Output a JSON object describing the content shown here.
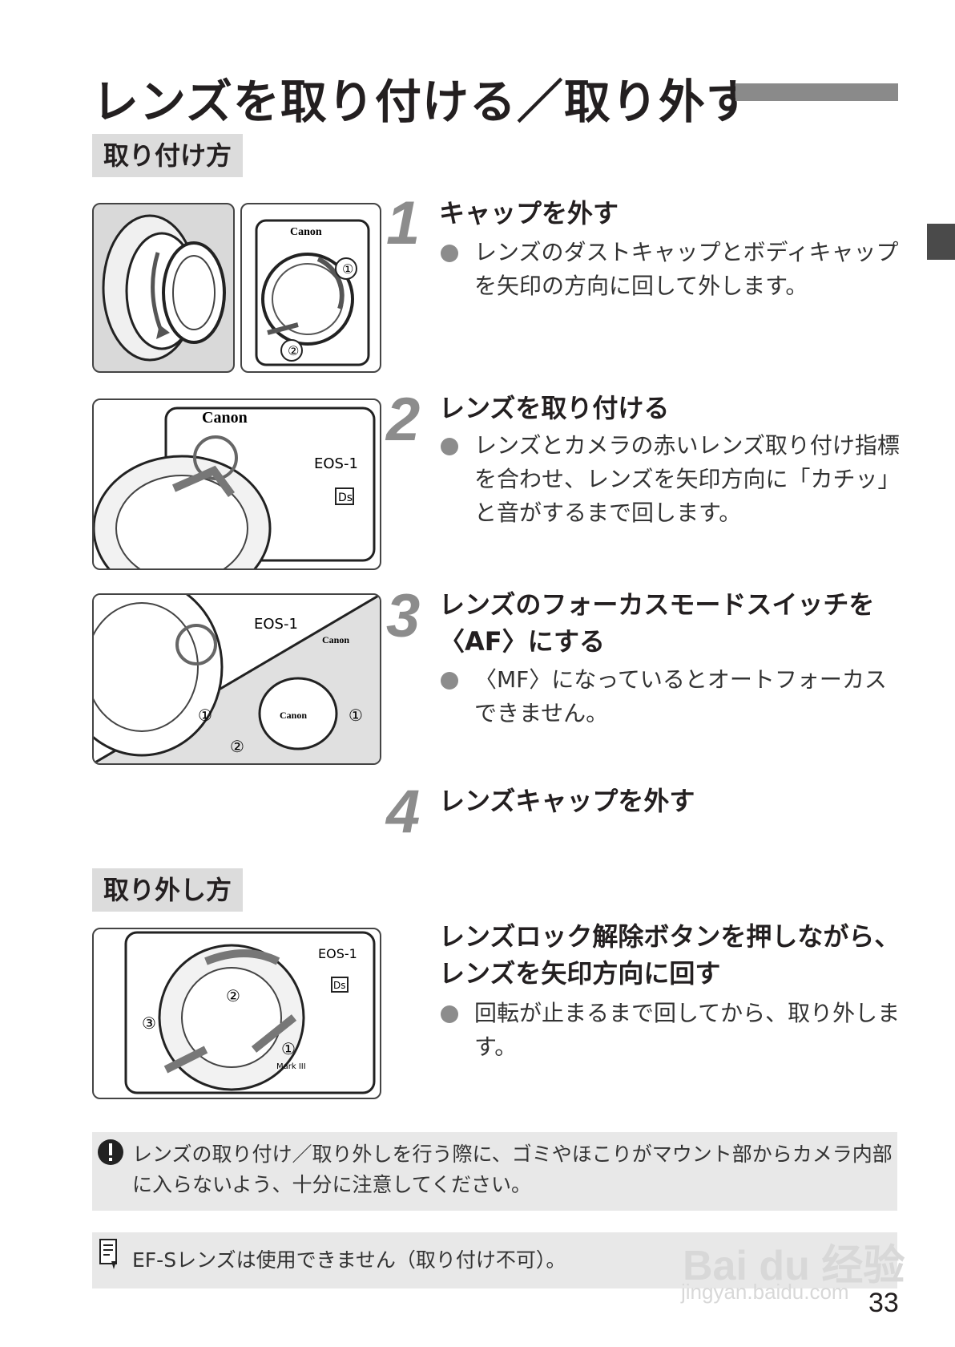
{
  "title": "レンズを取り付ける／取り外す",
  "sections": {
    "attach": "取り付け方",
    "detach": "取り外し方"
  },
  "steps": [
    {
      "num": "1",
      "head": "キャップを外す",
      "bullet": "レンズのダストキャップとボディキャップを矢印の方向に回して外します。"
    },
    {
      "num": "2",
      "head": "レンズを取り付ける",
      "bullet": "レンズとカメラの赤いレンズ取り付け指標を合わせ、レンズを矢印方向に「カチッ」と音がするまで回します。"
    },
    {
      "num": "3",
      "head": "レンズのフォーカスモードスイッチを〈AF〉にする",
      "bullet": "〈MF〉になっているとオートフォーカスできません。"
    },
    {
      "num": "4",
      "head": "レンズキャップを外す"
    }
  ],
  "detach_step": {
    "head": "レンズロック解除ボタンを押しながら、レンズを矢印方向に回す",
    "bullet": "回転が止まるまで回してから、取り外します。"
  },
  "illustration_labels": {
    "brand": "Canon",
    "model": "EOS-1",
    "badge": "Ds",
    "mark": "Mark III",
    "circled_1": "①",
    "circled_2": "②",
    "circled_3": "③"
  },
  "notes": {
    "caution": "レンズの取り付け／取り外しを行う際に、ゴミやほこりがマウント部からカメラ内部に入らないよう、十分に注意してください。",
    "memo": "EF-Sレンズは使用できません（取り付け不可）。"
  },
  "page_number": "33",
  "watermark": {
    "logo": "Bai du 经验",
    "url": "jingyan.baidu.com"
  }
}
